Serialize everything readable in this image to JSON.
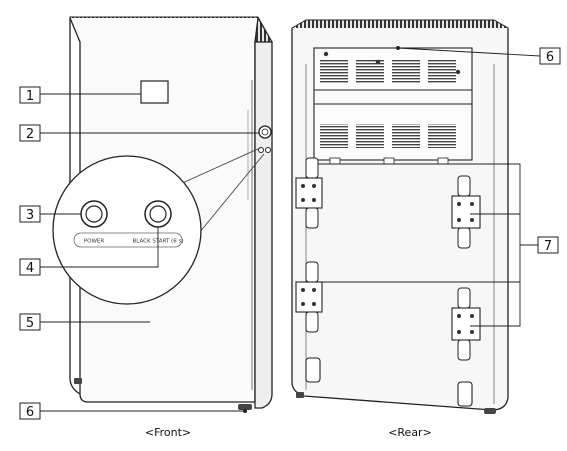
{
  "callouts": {
    "c1": "1",
    "c2": "2",
    "c3": "3",
    "c4": "4",
    "c5": "5",
    "c6_front": "6",
    "c6_rear": "6",
    "c7": "7"
  },
  "labels": {
    "power": "POWER",
    "black_start": "BLACK START (6 s)",
    "front_caption": "<Front>",
    "rear_caption": "<Rear>"
  }
}
